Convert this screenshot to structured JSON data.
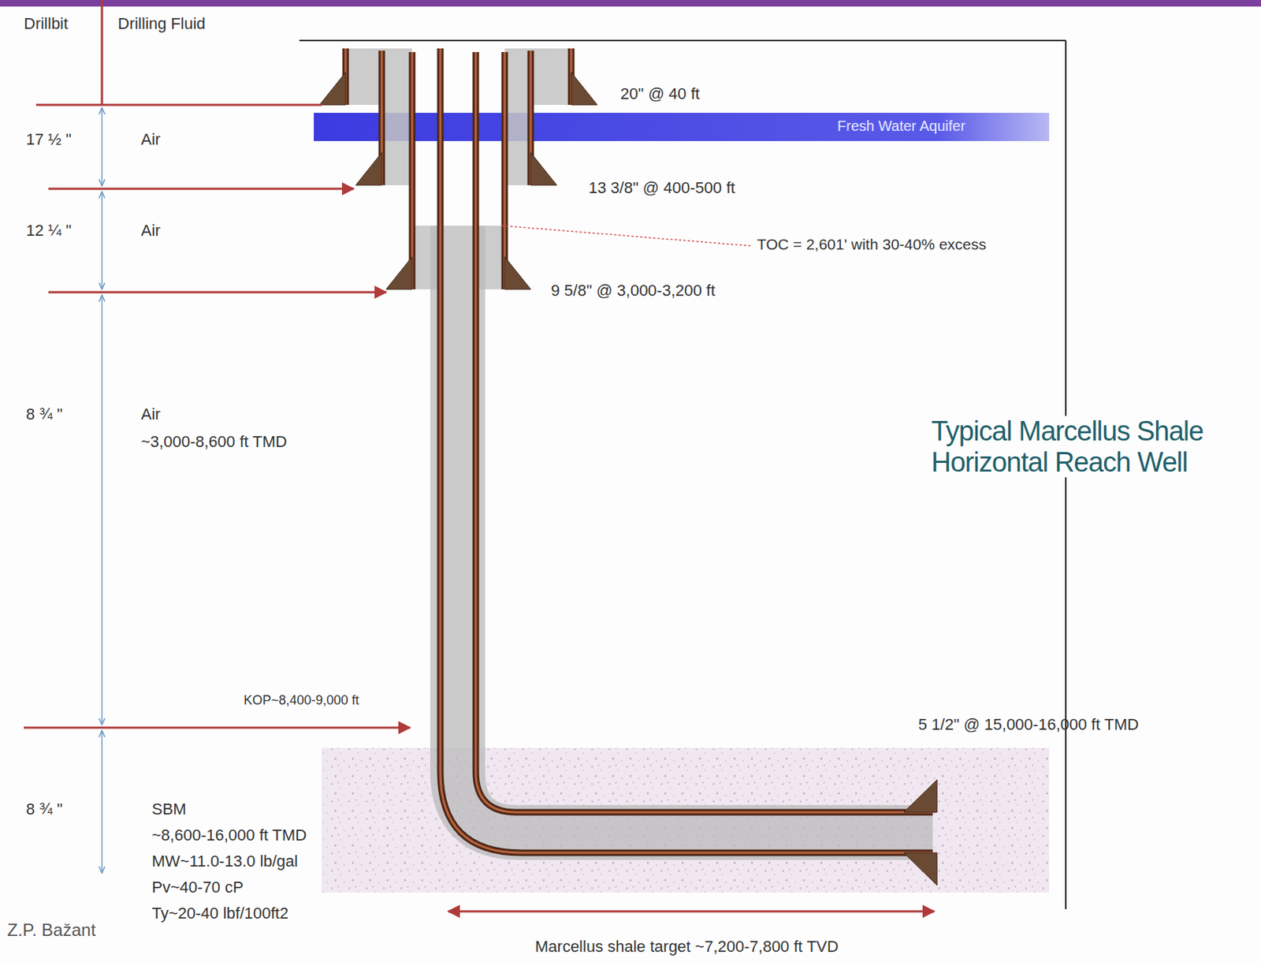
{
  "diagram": {
    "title": "Typical Marcellus Shale Horizontal Reach Well",
    "labels": [
      "Drillbit",
      "Drilling Fluid",
      "20\" @ 40 ft",
      "Fresh Water Aquifer",
      "17 ½ \"",
      "Air",
      "13 3/8\" @ 400-500 ft",
      "12 ¼ \"",
      "Air",
      "TOC = 2,601' with 30-40% excess",
      "9 5/8\" @ 3,000-3,200 ft",
      "8 ¾ \"",
      "Air",
      "~3,000-8,600 ft TMD",
      "KOP~8,400-9,000 ft",
      "5 1/2\" @ 15,000-16,000 ft TMD",
      "8 ¾ \"",
      "SBM",
      "~8,600-16,000 ft TMD",
      "MW~11.0-13.0 lb/gal",
      "Pv~40-70 cP",
      "Ty~20-40 lbf/100ft2",
      "Z.P. Bažant",
      "Marcellus shale target ~7,200-7,800 ft TVD"
    ]
  }
}
